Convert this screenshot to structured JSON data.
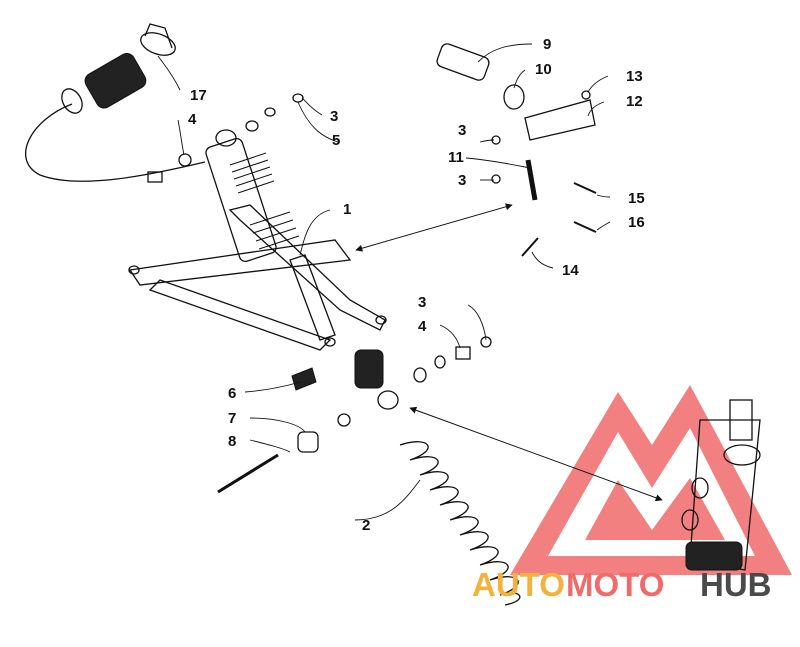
{
  "callouts": [
    "1",
    "2",
    "3",
    "3",
    "3",
    "3",
    "4",
    "4",
    "5",
    "6",
    "7",
    "8",
    "9",
    "10",
    "11",
    "12",
    "13",
    "14",
    "15",
    "16",
    "17"
  ],
  "watermark": {
    "part1": "AUTO",
    "part2": "MOTO",
    "part3": "HUB"
  },
  "colors": {
    "watermark_red": "#f06a6a",
    "watermark_orange": "#f4b23c",
    "watermark_gray": "#4a4a4a",
    "line": "#111111"
  }
}
